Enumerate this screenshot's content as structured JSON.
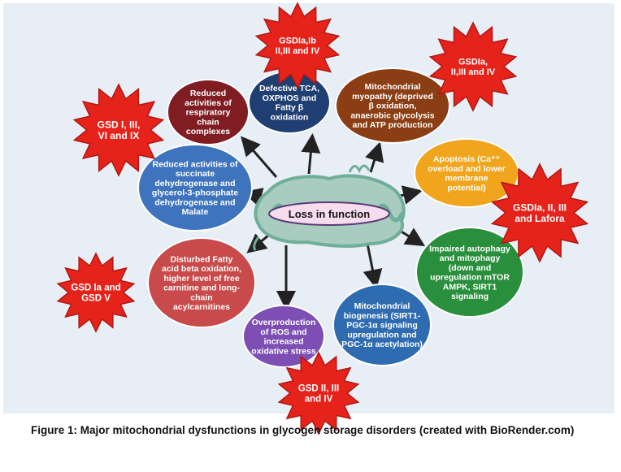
{
  "center_label": "Loss in function",
  "bubbles": [
    {
      "id": "respiratory",
      "color": "#7f1d22",
      "lines": [
        "Reduced",
        "activities of",
        "respiratory",
        "chain",
        "complexes"
      ]
    },
    {
      "id": "tca",
      "color": "#1f3f73",
      "lines": [
        "Defective TCA,",
        "OXPHOS and",
        "Fatty β",
        "oxidation"
      ]
    },
    {
      "id": "myopathy",
      "color": "#8b3d14",
      "lines": [
        "Mitochondrial",
        "myopathy (deprived",
        "β oxidation,",
        "anaerobic glycolysis",
        "and ATP production"
      ]
    },
    {
      "id": "apoptosis",
      "color": "#f0a51c",
      "lines": [
        "Apoptosis (Ca⁺⁺",
        "overload and lower",
        "membrane",
        "potential)"
      ]
    },
    {
      "id": "succinate",
      "color": "#3e73be",
      "lines": [
        "Reduced activities of",
        "succinate",
        "dehydrogenase and",
        "glycerol-3-phosphate",
        "dehydrogenase and",
        "Malate"
      ]
    },
    {
      "id": "autophagy",
      "color": "#2a8f3d",
      "lines": [
        "Impaired autophagy",
        "and mitophagy",
        "(down and",
        "upregulation mTOR",
        "AMPK, SIRT1",
        "signaling"
      ]
    },
    {
      "id": "fatty",
      "color": "#c94a4a",
      "lines": [
        "Disturbed Fatty",
        "acid beta oxidation,",
        "higher level of free",
        "carnitine and long-",
        "chain",
        "acylcarnitines"
      ]
    },
    {
      "id": "biogenesis",
      "color": "#2e6bb0",
      "lines": [
        "Mitochondrial",
        "biogenesis (SIRT1-",
        "PGC-1α signaling",
        "upregulation and",
        "PGC-1α acetylation)"
      ]
    },
    {
      "id": "ros",
      "color": "#7d4fb4",
      "lines": [
        "Overproduction",
        "of ROS and",
        "increased",
        "oxidative stress"
      ]
    }
  ],
  "starbursts": [
    {
      "id": "star-1",
      "lines": [
        "GSD I, III,",
        "VI and IX"
      ]
    },
    {
      "id": "star-2",
      "lines": [
        "GSDIa,Ib",
        "II,III and IV"
      ]
    },
    {
      "id": "star-3",
      "lines": [
        "GSDIa,",
        "II,III and IV"
      ]
    },
    {
      "id": "star-4",
      "lines": [
        "GSDIa, II, III",
        "and Lafora"
      ]
    },
    {
      "id": "star-5",
      "lines": [
        "GSD Ia and",
        "GSD V"
      ]
    },
    {
      "id": "star-6",
      "lines": [
        "GSD II, III",
        "and IV"
      ]
    }
  ],
  "colors": {
    "star": "#e5231b",
    "star_edge": "#b01812",
    "mito_outer": "#a8ccbf",
    "mito_inner": "#6fae98",
    "center_pill": "#f6dcec",
    "arrow": "#222222"
  },
  "caption": "Figure 1:  Major mitochondrial dysfunctions in glycogen storage disorders (created with BioRender.com)"
}
